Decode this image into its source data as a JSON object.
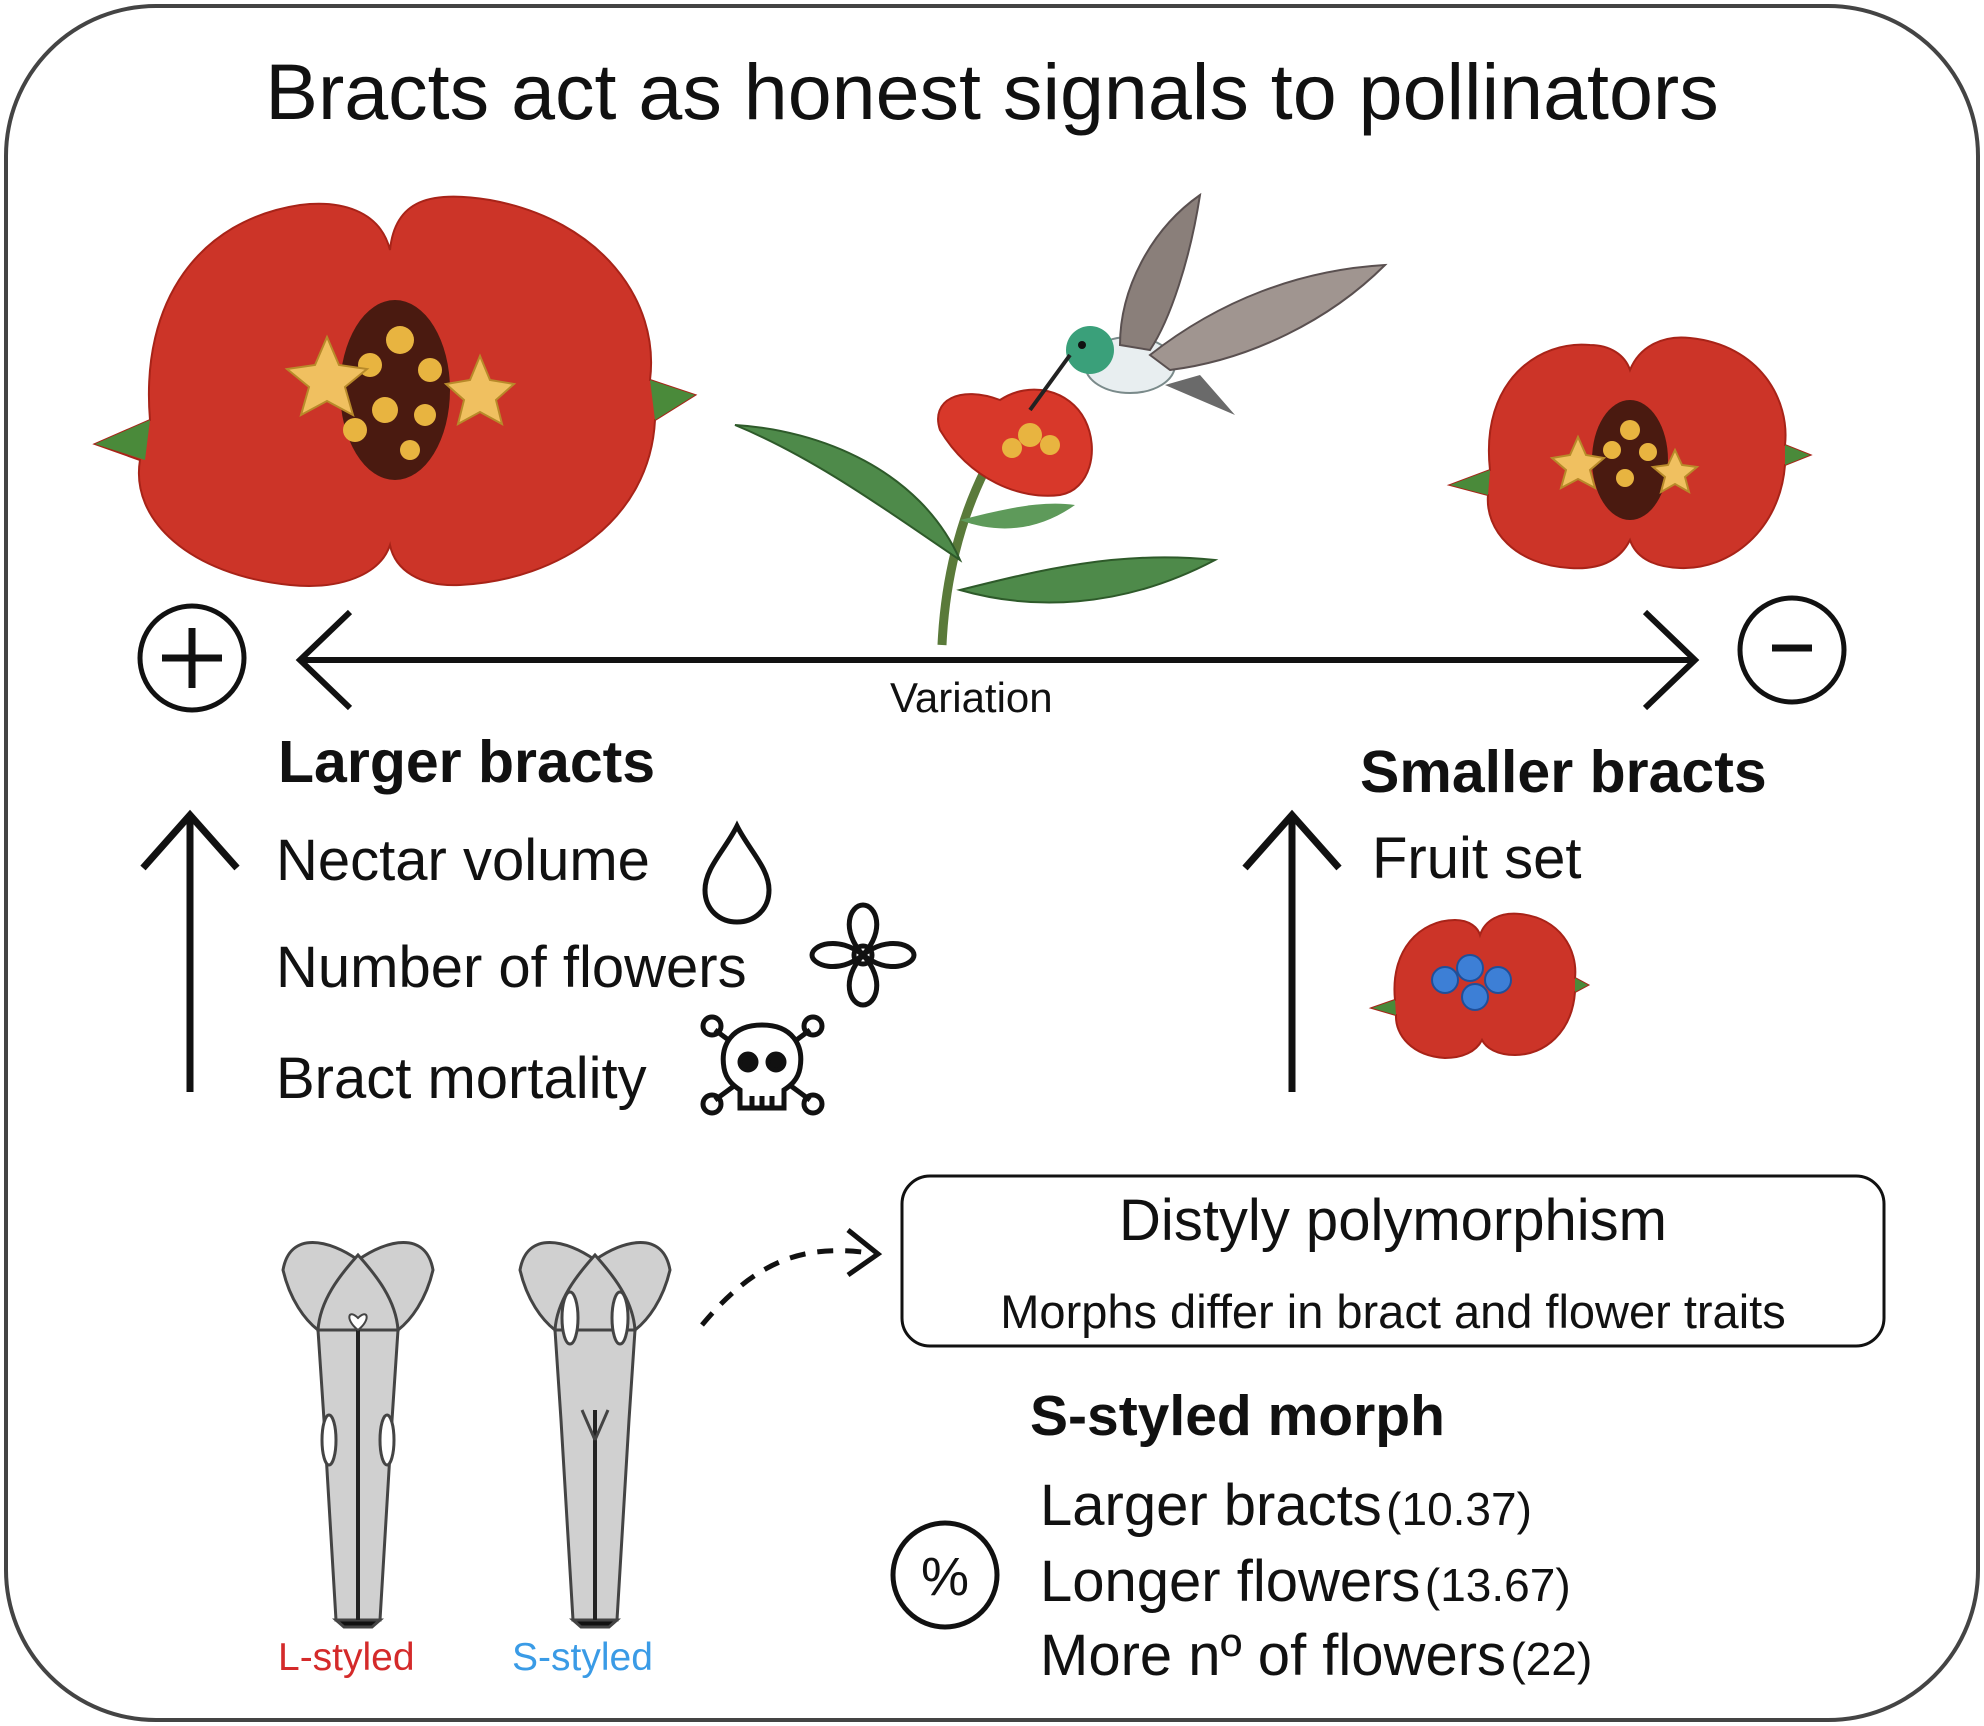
{
  "title": "Bracts act as honest signals to pollinators",
  "axis": {
    "label": "Variation",
    "plus": "+",
    "minus": "-"
  },
  "larger": {
    "heading": "Larger bracts",
    "items": [
      "Nectar volume",
      "Number of flowers",
      "Bract mortality"
    ],
    "icons": [
      "droplet-icon",
      "flower-outline-icon",
      "skull-crossbones-icon"
    ]
  },
  "smaller": {
    "heading": "Smaller bracts",
    "items": [
      "Fruit set"
    ]
  },
  "distyly": {
    "title": "Distyly polymorphism",
    "subtitle": "Morphs differ in bract and flower traits"
  },
  "morphs": {
    "l_label": "L-styled",
    "s_label": "S-styled",
    "colors": {
      "l": "#d42a2a",
      "s": "#3a9be6"
    }
  },
  "s_morph": {
    "heading": "S-styled morph",
    "percent_symbol": "%",
    "rows": [
      {
        "label": "Larger bracts",
        "value": "(10.37)"
      },
      {
        "label": "Longer flowers",
        "value": "(13.67)"
      },
      {
        "label": "More nº of flowers",
        "value": "(22)"
      }
    ]
  },
  "colors": {
    "bract": "#cc3428",
    "leaf": "#4a8a3a",
    "pollen": "#e8b440",
    "fruit": "#3d7fd6"
  }
}
